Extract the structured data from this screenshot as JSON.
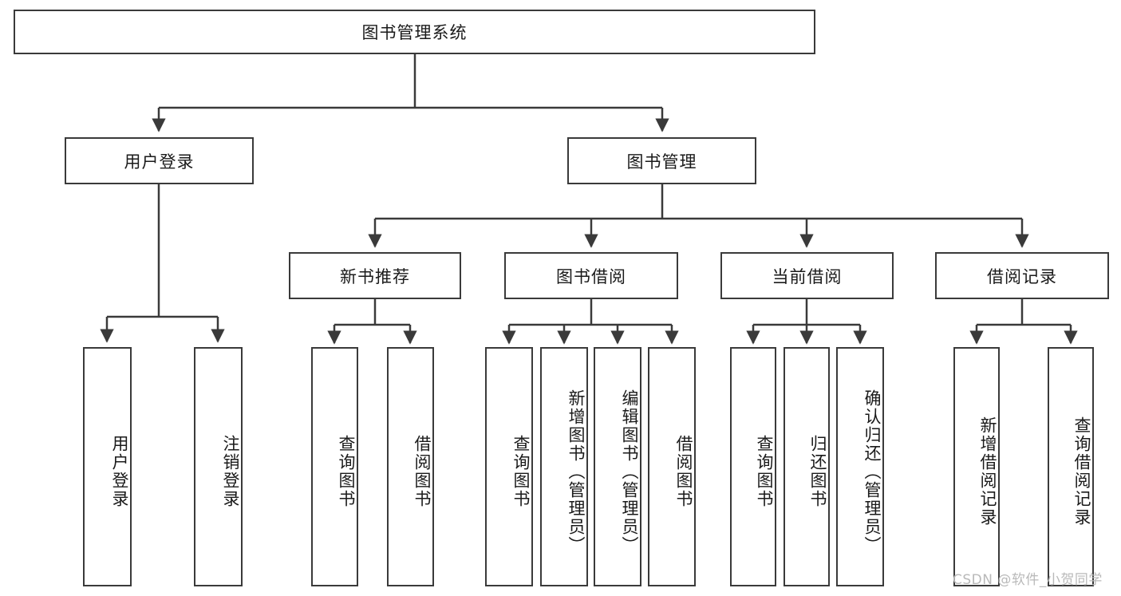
{
  "diagram": {
    "title": "图书管理系统",
    "watermark": "CSDN @软件_小贺同学",
    "stroke_color": "#3a3a3a",
    "background_color": "#ffffff",
    "text_color": "#1a1a1a",
    "nodes": {
      "root": {
        "label": "图书管理系统",
        "orientation": "horizontal"
      },
      "user_login": {
        "label": "用户登录",
        "orientation": "horizontal"
      },
      "book_manage": {
        "label": "图书管理",
        "orientation": "horizontal"
      },
      "new_book_rec": {
        "label": "新书推荐",
        "orientation": "horizontal"
      },
      "book_borrow": {
        "label": "图书借阅",
        "orientation": "horizontal"
      },
      "current_borrow": {
        "label": "当前借阅",
        "orientation": "horizontal"
      },
      "borrow_record": {
        "label": "借阅记录",
        "orientation": "horizontal"
      },
      "leaf_user_login": {
        "label": "用户登录",
        "orientation": "vertical"
      },
      "leaf_logout": {
        "label": "注销登录",
        "orientation": "vertical"
      },
      "leaf_query_book_1": {
        "label": "查询图书",
        "orientation": "vertical"
      },
      "leaf_borrow_book_1": {
        "label": "借阅图书",
        "orientation": "vertical"
      },
      "leaf_query_book_2": {
        "label": "查询图书",
        "orientation": "vertical"
      },
      "leaf_add_book": {
        "label": "新增图书（管理员）",
        "orientation": "vertical"
      },
      "leaf_edit_book": {
        "label": "编辑图书（管理员）",
        "orientation": "vertical"
      },
      "leaf_borrow_book_2": {
        "label": "借阅图书",
        "orientation": "vertical"
      },
      "leaf_query_book_3": {
        "label": "查询图书",
        "orientation": "vertical"
      },
      "leaf_return_book": {
        "label": "归还图书",
        "orientation": "vertical"
      },
      "leaf_confirm_return": {
        "label": "确认归还（管理员）",
        "orientation": "vertical"
      },
      "leaf_add_record": {
        "label": "新增借阅记录",
        "orientation": "vertical"
      },
      "leaf_query_record": {
        "label": "查询借阅记录",
        "orientation": "vertical"
      }
    },
    "hierarchy": {
      "图书管理系统": [
        "用户登录",
        "图书管理"
      ],
      "用户登录": [
        "用户登录",
        "注销登录"
      ],
      "图书管理": [
        "新书推荐",
        "图书借阅",
        "当前借阅",
        "借阅记录"
      ],
      "新书推荐": [
        "查询图书",
        "借阅图书"
      ],
      "图书借阅": [
        "查询图书",
        "新增图书（管理员）",
        "编辑图书（管理员）",
        "借阅图书"
      ],
      "当前借阅": [
        "查询图书",
        "归还图书",
        "确认归还（管理员）"
      ],
      "借阅记录": [
        "新增借阅记录",
        "查询借阅记录"
      ]
    }
  }
}
